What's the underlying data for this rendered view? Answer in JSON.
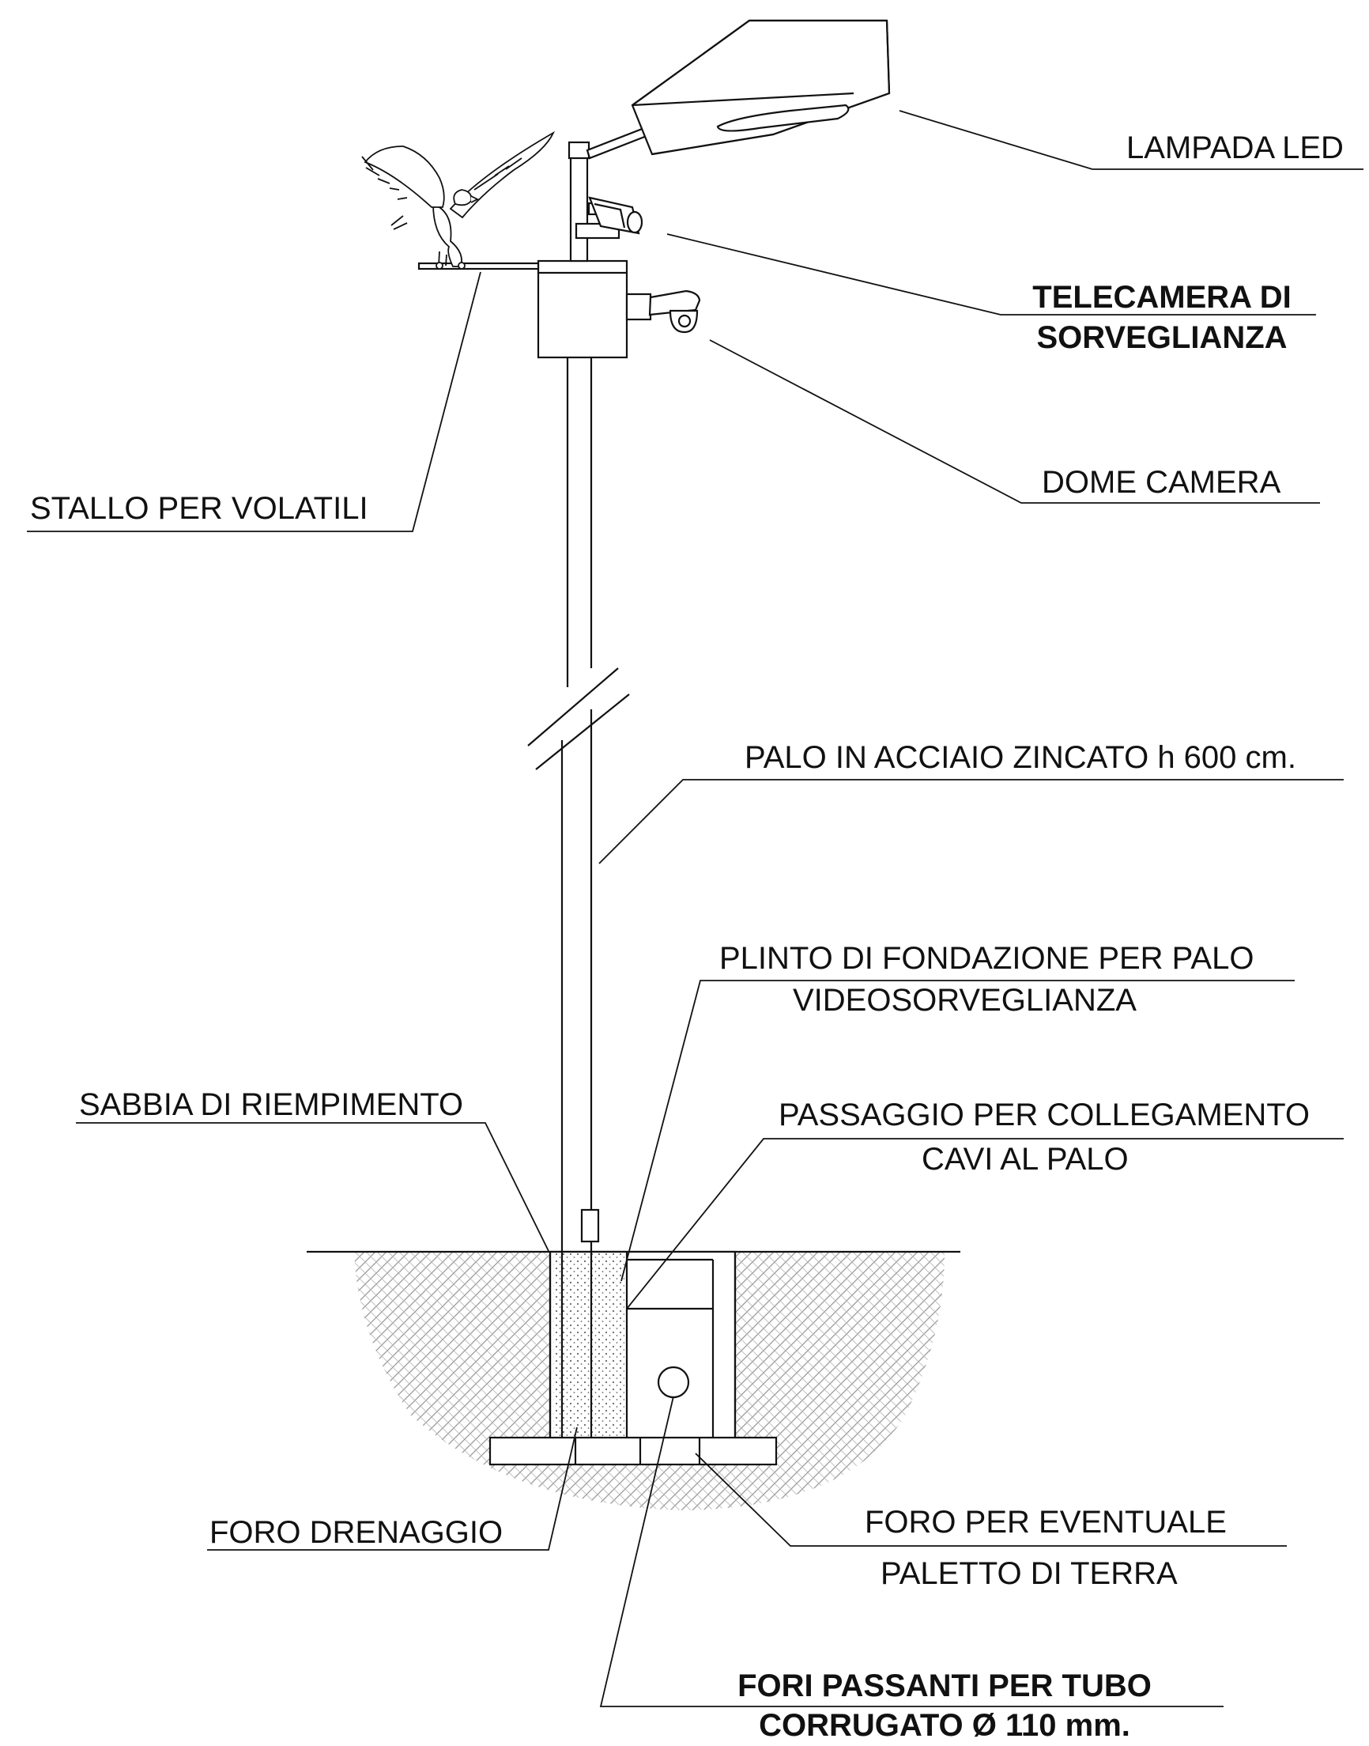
{
  "labels": {
    "lampada_led": "LAMPADA LED",
    "telecamera_line1": "TELECAMERA DI",
    "telecamera_line2": "SORVEGLIANZA",
    "dome_camera": "DOME CAMERA",
    "stallo": "STALLO PER VOLATILI",
    "palo": "PALO IN ACCIAIO ZINCATO h 600 cm.",
    "plinto_line1": "PLINTO DI FONDAZIONE PER PALO",
    "plinto_line2": "VIDEOSORVEGLIANZA",
    "sabbia": "SABBIA DI RIEMPIMENTO",
    "passaggio_line1": "PASSAGGIO PER COLLEGAMENTO",
    "passaggio_line2": "CAVI AL PALO",
    "foro_drenaggio": "FORO DRENAGGIO",
    "foro_terra_line1": "FORO PER EVENTUALE",
    "foro_terra_line2": "PALETTO DI TERRA",
    "fori_line1": "FORI PASSANTI PER TUBO",
    "fori_line2": "CORRUGATO Ø 110 mm."
  },
  "colors": {
    "line": "#111111",
    "hatch": "#9a9a9a",
    "background": "#ffffff"
  }
}
